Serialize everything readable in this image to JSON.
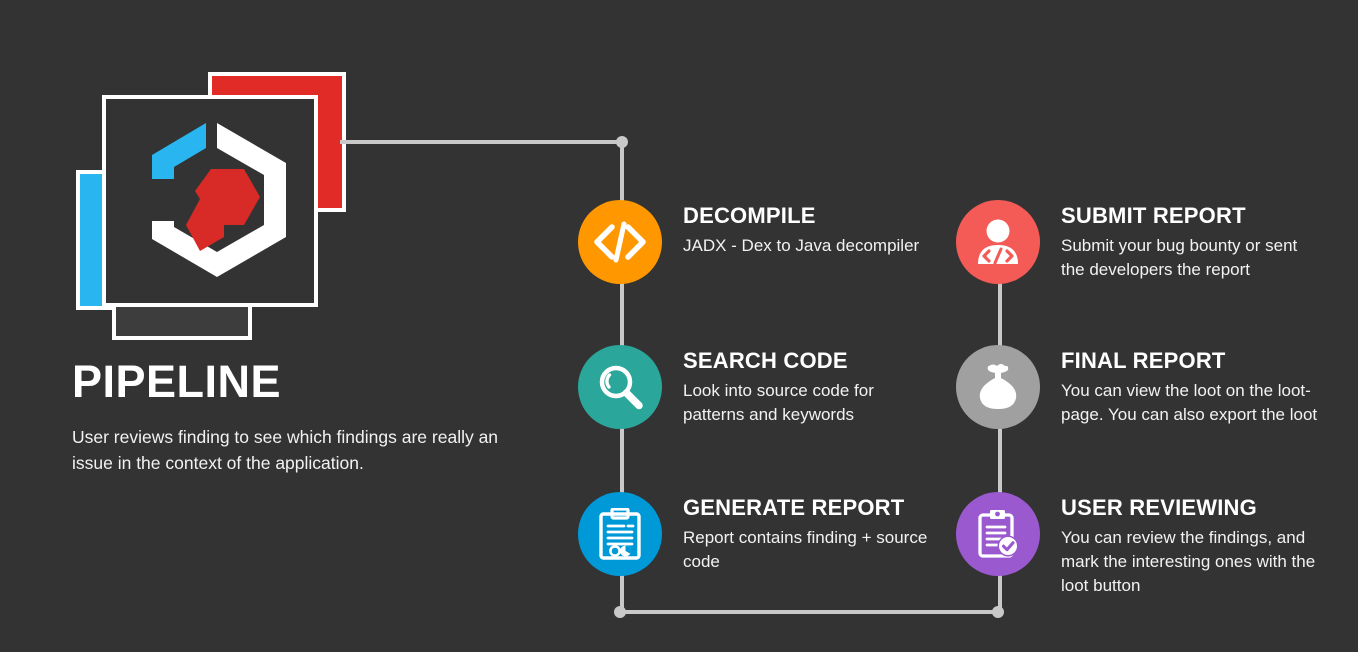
{
  "background_color": "#333333",
  "brand": {
    "title": "PIPELINE",
    "description": "User reviews finding to see which findings are really an issue in the context of the application.",
    "logo": {
      "name": "layered-hexagon-logo",
      "card_colors": [
        "#e02b27",
        "#29b6f0",
        "#3d3d3d",
        "#333333"
      ],
      "emblem_colors": [
        "#ffffff",
        "#29b6f0",
        "#d82a26"
      ]
    }
  },
  "pipeline": {
    "left_column": [
      {
        "id": "decompile",
        "title": "DECOMPILE",
        "description": "JADX - Dex to Java decompiler",
        "color": "#ff9800",
        "icon": "code-brackets-icon"
      },
      {
        "id": "search-code",
        "title": "SEARCH CODE",
        "description": "Look into source code for patterns and keywords",
        "color": "#2ba69a",
        "icon": "magnifier-icon"
      },
      {
        "id": "generate-report",
        "title": "GENERATE REPORT",
        "description": "Report contains finding + source code",
        "color": "#0099d8",
        "icon": "clipboard-report-icon"
      }
    ],
    "right_column": [
      {
        "id": "submit-report",
        "title": "SUBMIT REPORT",
        "description": "Submit your bug bounty or sent the developers the report",
        "color": "#f45b56",
        "icon": "developer-person-icon"
      },
      {
        "id": "final-report",
        "title": "FINAL REPORT",
        "description": "You can view the loot on the loot-page. You can also export the loot",
        "color": "#a0a0a0",
        "icon": "loot-bag-icon"
      },
      {
        "id": "user-reviewing",
        "title": "USER REVIEWING",
        "description": "You can review the findings, and mark the interesting ones with the loot button",
        "color": "#9b59d0",
        "icon": "clipboard-check-icon"
      }
    ],
    "connector_color": "#c9c9c9"
  }
}
